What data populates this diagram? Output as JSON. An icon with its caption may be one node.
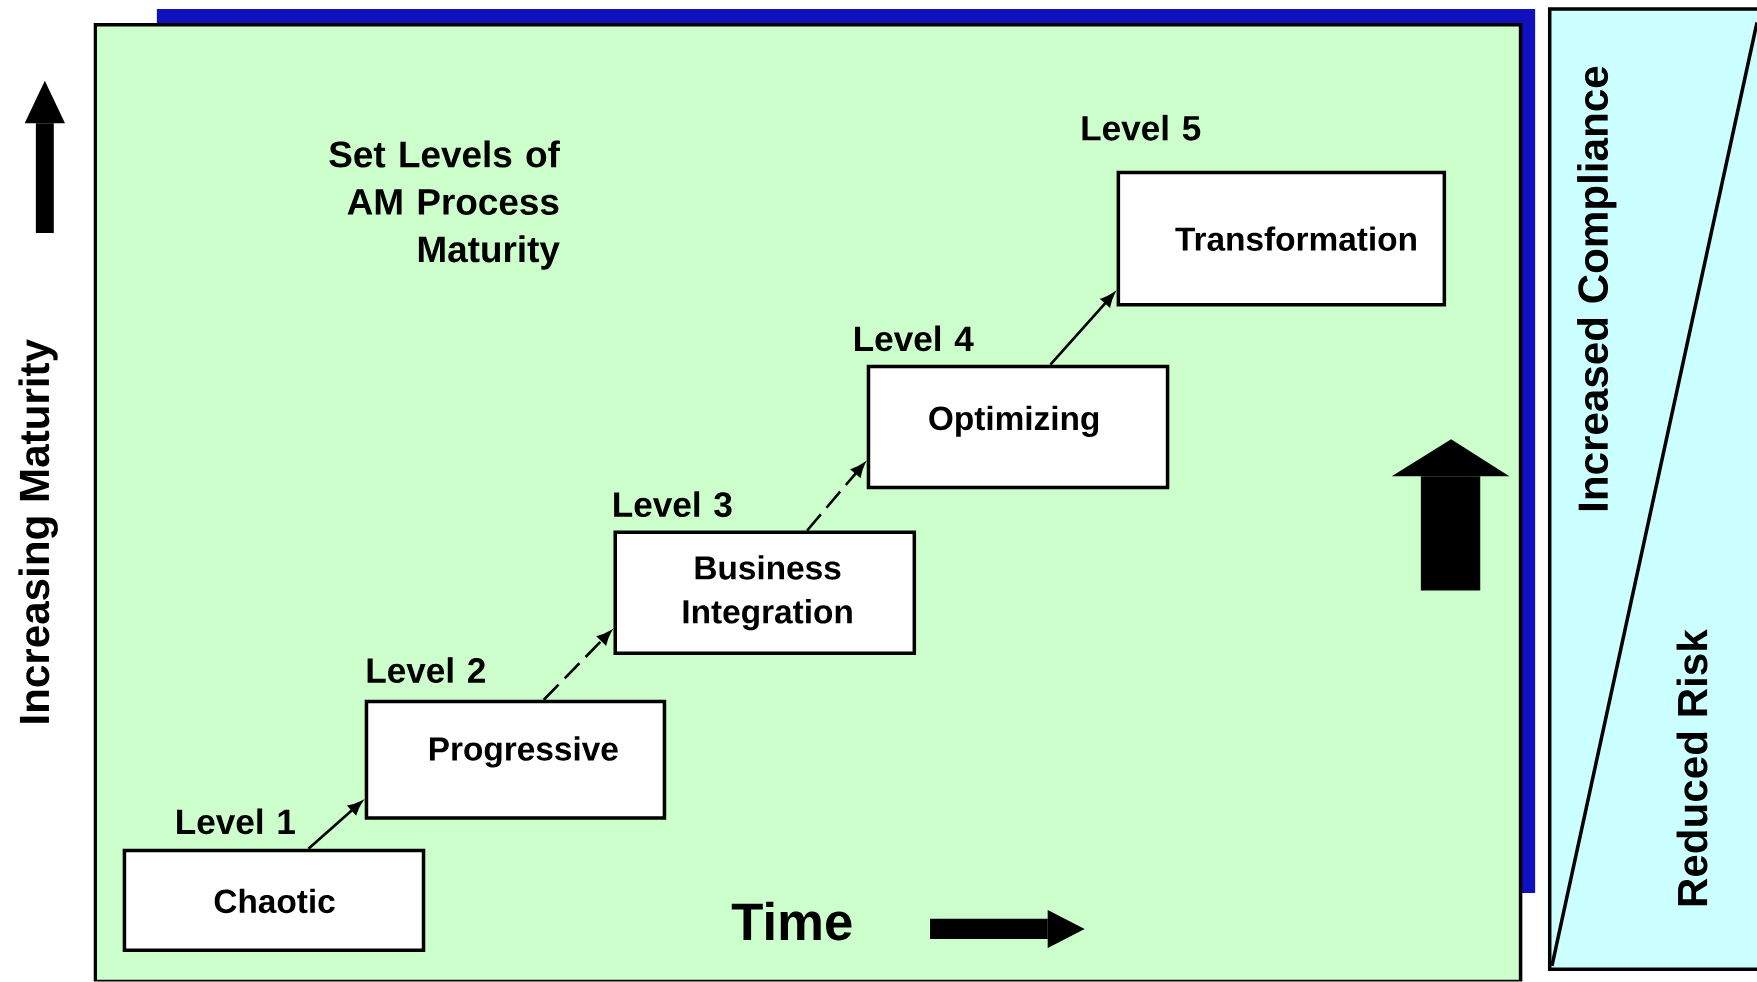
{
  "diagram": {
    "title": "Set Levels of AM Process Maturity",
    "nodes": [
      {
        "text": [
          "Chaotic"
        ],
        "beside": [
          "Level 1"
        ]
      },
      {
        "text": [
          "Progressive"
        ],
        "beside": [
          "Level 2"
        ]
      },
      {
        "text": [
          "Business Integration"
        ],
        "beside": [
          "Level 3"
        ]
      },
      {
        "text": [
          "Optimizing"
        ],
        "beside": [
          "Level 4"
        ]
      },
      {
        "text": [
          "Transformation"
        ],
        "beside": [
          "Level 5"
        ]
      },
      {
        "text": [
          "Increased Compliance",
          "Reduced Risk"
        ]
      }
    ],
    "edges": [
      {
        "from": 0,
        "to": 1,
        "arrow": "to"
      },
      {
        "from": 1,
        "to": 2,
        "arrow": "to",
        "style": "dashed"
      },
      {
        "from": 2,
        "to": 3,
        "arrow": "to",
        "style": "dashed"
      },
      {
        "from": 3,
        "to": 4,
        "arrow": "to"
      }
    ],
    "labels": [
      "Increasing Maturity",
      "Time"
    ]
  }
}
